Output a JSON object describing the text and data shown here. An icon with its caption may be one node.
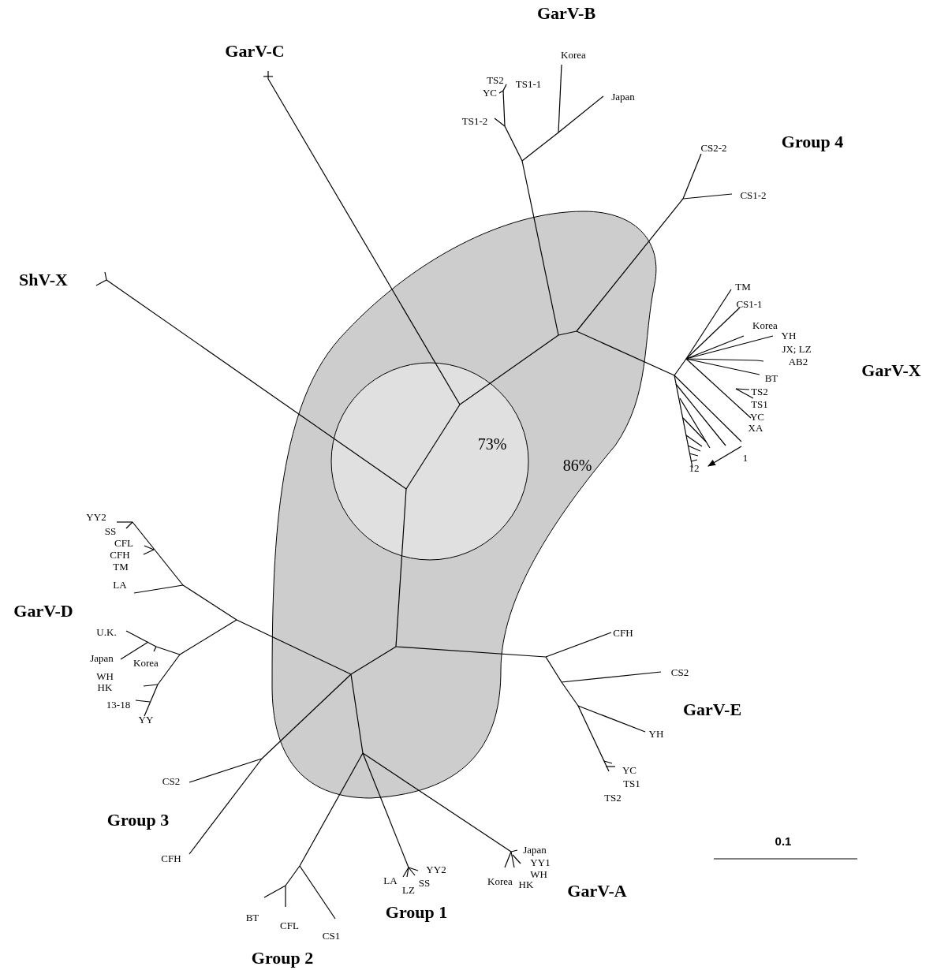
{
  "diagram": {
    "nodes": [
      {
        "text": [
          "86%"
        ]
      },
      {
        "text": [
          "73%"
        ],
        "in": 0
      }
    ],
    "labels": [
      "GarV-B",
      "GarV-C",
      "Korea",
      "TS2",
      "TS1-1",
      "YC",
      "Japan",
      "TS1-2",
      "Group 4",
      "CS2-2",
      "CS1-2",
      "ShV-X",
      "TM",
      "CS1-1",
      "Korea",
      "YH",
      "JX; LZ",
      "AB2",
      "BT",
      "GarV-X",
      "TS2",
      "TS1",
      "YC",
      "XA",
      "1",
      "12",
      "YY2",
      "SS",
      "CFL",
      "CFH",
      "TM",
      "LA",
      "GarV-D",
      "U.K.",
      "Japan",
      "Korea",
      "WH",
      "HK",
      "13-18",
      "YY",
      "CFH",
      "CS2",
      "GarV-E",
      "YH",
      "YC",
      "TS1",
      "TS2",
      "CS2",
      "Group 3",
      "0.1",
      "CFH",
      "Japan",
      "YY1",
      "WH",
      "YY2",
      "LA",
      "SS",
      "LZ",
      "Korea",
      "HK",
      "GarV-A",
      "Group 1",
      "BT",
      "CFL",
      "CS1",
      "Group 2"
    ]
  }
}
